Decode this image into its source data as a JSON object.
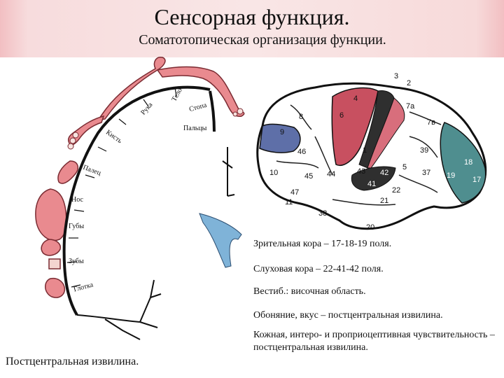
{
  "title": "Сенсорная функция.",
  "subtitle": "Соматотопическая организация функции.",
  "diagram": {
    "body_labels": {
      "telo": "Тело",
      "ruka": "Рука",
      "stopa": "Стопа",
      "paltsy": "Пальцы",
      "kist": "Кисть",
      "palets": "Палец",
      "nos": "Нос",
      "guby": "Губы",
      "zuby": "Зубы",
      "glotka": "Глотка"
    },
    "brain_field_numbers": [
      "1",
      "2",
      "3",
      "4",
      "5",
      "6",
      "7а",
      "7в",
      "8",
      "9",
      "10",
      "11",
      "17",
      "18",
      "19",
      "20",
      "21",
      "22",
      "37",
      "38",
      "39",
      "41",
      "42",
      "43",
      "44",
      "45",
      "46",
      "47"
    ]
  },
  "caption_left": "Постцентральная извилина.",
  "notes": [
    "Зрительная кора –  17-18-19 поля.",
    "Слуховая кора –  22-41-42 поля.",
    "Вестиб.: височная область.",
    "Обоняние, вкус – постцентральная извилина.",
    "Кожная, интеро- и проприоцептивная чувствительность – постцентральная извилина."
  ],
  "colors": {
    "pink_homunculus": "#e98a8f",
    "sensory_red": "#c85060",
    "visual_teal": "#4f8e8f",
    "frontal_blue": "#5e6fa8",
    "auditory_dark": "#2f2f2f",
    "vestibular_blue": "#7fb3d8"
  }
}
